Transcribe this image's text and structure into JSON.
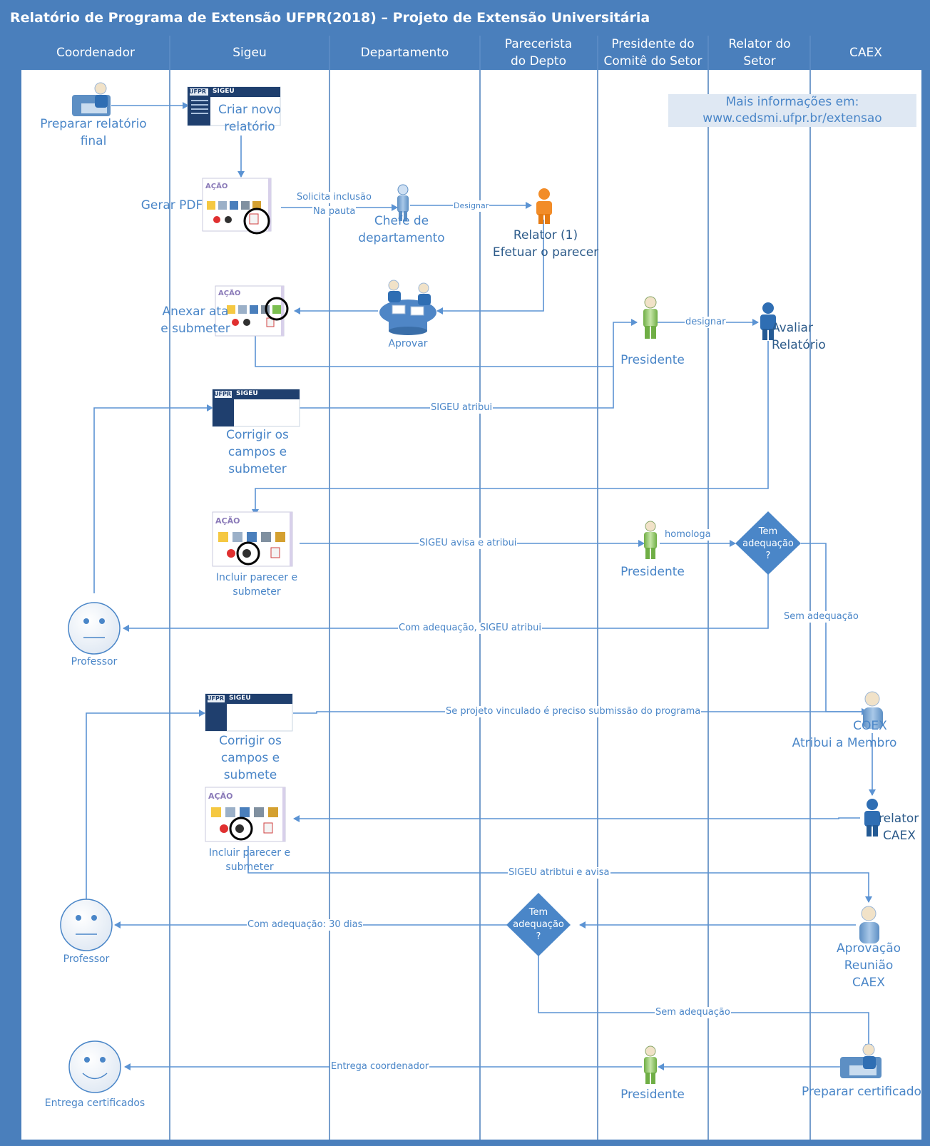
{
  "title": "Relatório de Programa de Extensão UFPR(2018) – Projeto de Extensão Universitária",
  "lanes": [
    "Coordenador",
    "Sigeu",
    "Departamento",
    "Parecerista do Depto",
    "Presidente do Comitê do Setor",
    "Relator do Setor",
    "CAEX"
  ],
  "info_note": {
    "line1": "Mais informações em:",
    "line2": "www.cedsmi.ufpr.br/extensao"
  },
  "nodes": {
    "preparar": "Preparar relatório final",
    "criar": "Criar novo relatório",
    "gerar_pdf": "Gerar PDF",
    "chefe": "Chefe de departamento",
    "relator1_a": "Relator (1)",
    "relator1_b": "Efetuar o parecer",
    "anexar": "Anexar ata e submeter",
    "aprovar": "Aprovar",
    "presidente1": "Presidente",
    "avaliar": "Avaliar Relatório",
    "corrigir1": "Corrigir os campos e submeter",
    "incluir1": "Incluir parecer e submeter",
    "presidente2": "Presidente",
    "tem_adequacao1": "Tem adequação ?",
    "professor1": "Professor",
    "corrigir2": "Corrigir os campos e submete",
    "coex_a": "COEX",
    "coex_b": "Atribui a Membro",
    "incluir2": "Incluir parecer e submeter",
    "relator_caex_a": "relator",
    "relator_caex_b": "CAEX",
    "professor2": "Professor",
    "tem_adequacao2": "Tem adequação ?",
    "aprovacao": "Aprovação Reunião CAEX",
    "entrega": "Entrega certificados",
    "presidente3": "Presidente",
    "preparar_cert": "Preparar certificado"
  },
  "connectors": {
    "solicita_1": "Solicita inclusão",
    "solicita_2": "Na pauta",
    "designar1": "Designar",
    "designar2": "designar",
    "sigeu_atribui": "SIGEU atribui",
    "sigeu_avisa": "SIGEU avisa e atribui",
    "homologa": "homologa",
    "sem_adequacao1": "Sem adequação",
    "com_adequacao1": "Com adequação, SIGEU atribui",
    "se_projeto": "Se projeto vinculado é preciso submissão do programa",
    "sigeu_atribtui": "SIGEU atribtui e avisa",
    "com_adequacao2": "Com adequação: 30 dias",
    "sem_adequacao2": "Sem adequação",
    "entrega_coord": "Entrega coordenador"
  },
  "screens": {
    "sigeu_brand": "SIGEU",
    "ufpr_brand": "UFPR",
    "acao_label": "AÇÃO"
  },
  "colors": {
    "frame": "#4a7fbc",
    "line": "#5b93d3",
    "text": "#4a86c8",
    "note_bg": "#dfe8f3"
  }
}
